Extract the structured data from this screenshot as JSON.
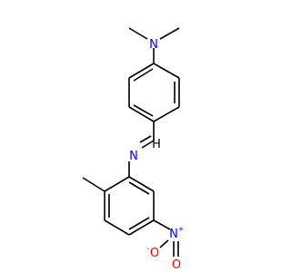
{
  "molecule": {
    "atoms": {
      "amine_n": "N",
      "imine_n": "N",
      "imine_h": "H",
      "nitro_n": "N",
      "nitro_n_charge": "+",
      "nitro_o_left": "O",
      "nitro_o_left_charge": "-",
      "nitro_o_bottom": "O"
    },
    "colors": {
      "bond": "#000000",
      "nitrogen": "#0000ff",
      "oxygen": "#ff0000",
      "carbon_text": "#000000"
    }
  }
}
